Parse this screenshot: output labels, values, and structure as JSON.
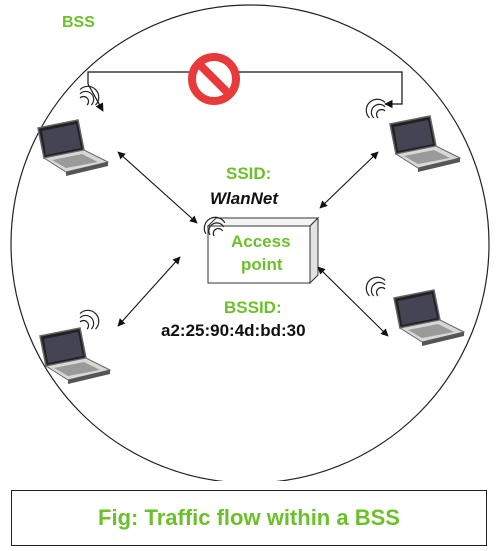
{
  "bss_label": "BSS",
  "ssid_label": "SSID:",
  "ssid_value": "WlanNet",
  "ap_label_line1": "Access",
  "ap_label_line2": "point",
  "bssid_label": "BSSID:",
  "bssid_value": "a2:25:90:4d:bd:30",
  "caption": "Fig: Traffic flow within a BSS",
  "colors": {
    "label_green": "#6cc12a",
    "prohibit_red": "#e83a3a",
    "arrow": "#111111"
  },
  "icons": [
    "laptop-icon",
    "wifi-signal-icon",
    "prohibited-icon",
    "access-point-icon"
  ]
}
